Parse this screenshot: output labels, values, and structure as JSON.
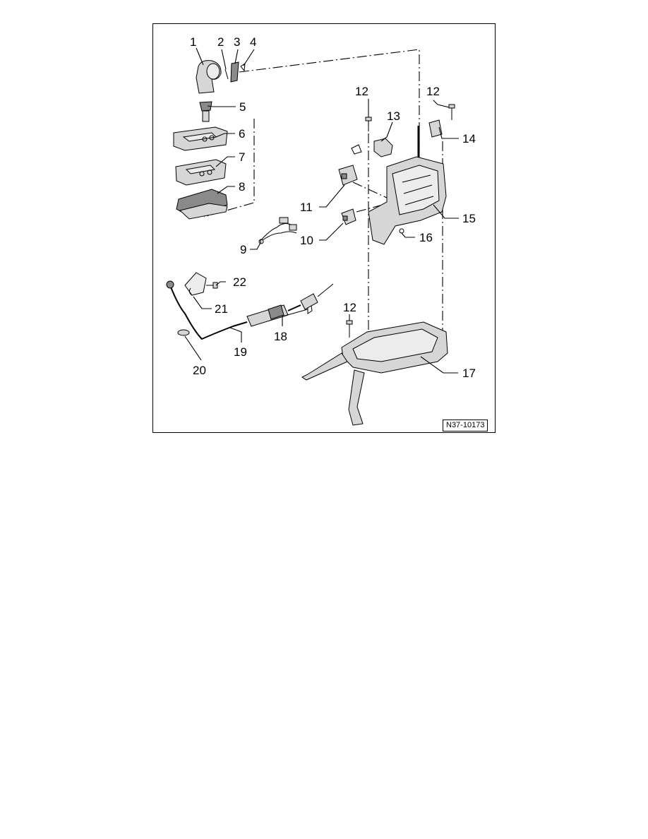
{
  "figure": {
    "reference_code": "N37-10173",
    "callouts": [
      "1",
      "2",
      "3",
      "4",
      "5",
      "6",
      "7",
      "8",
      "9",
      "10",
      "11",
      "12",
      "12",
      "12",
      "13",
      "14",
      "15",
      "16",
      "17",
      "18",
      "19",
      "20",
      "21",
      "22"
    ]
  }
}
